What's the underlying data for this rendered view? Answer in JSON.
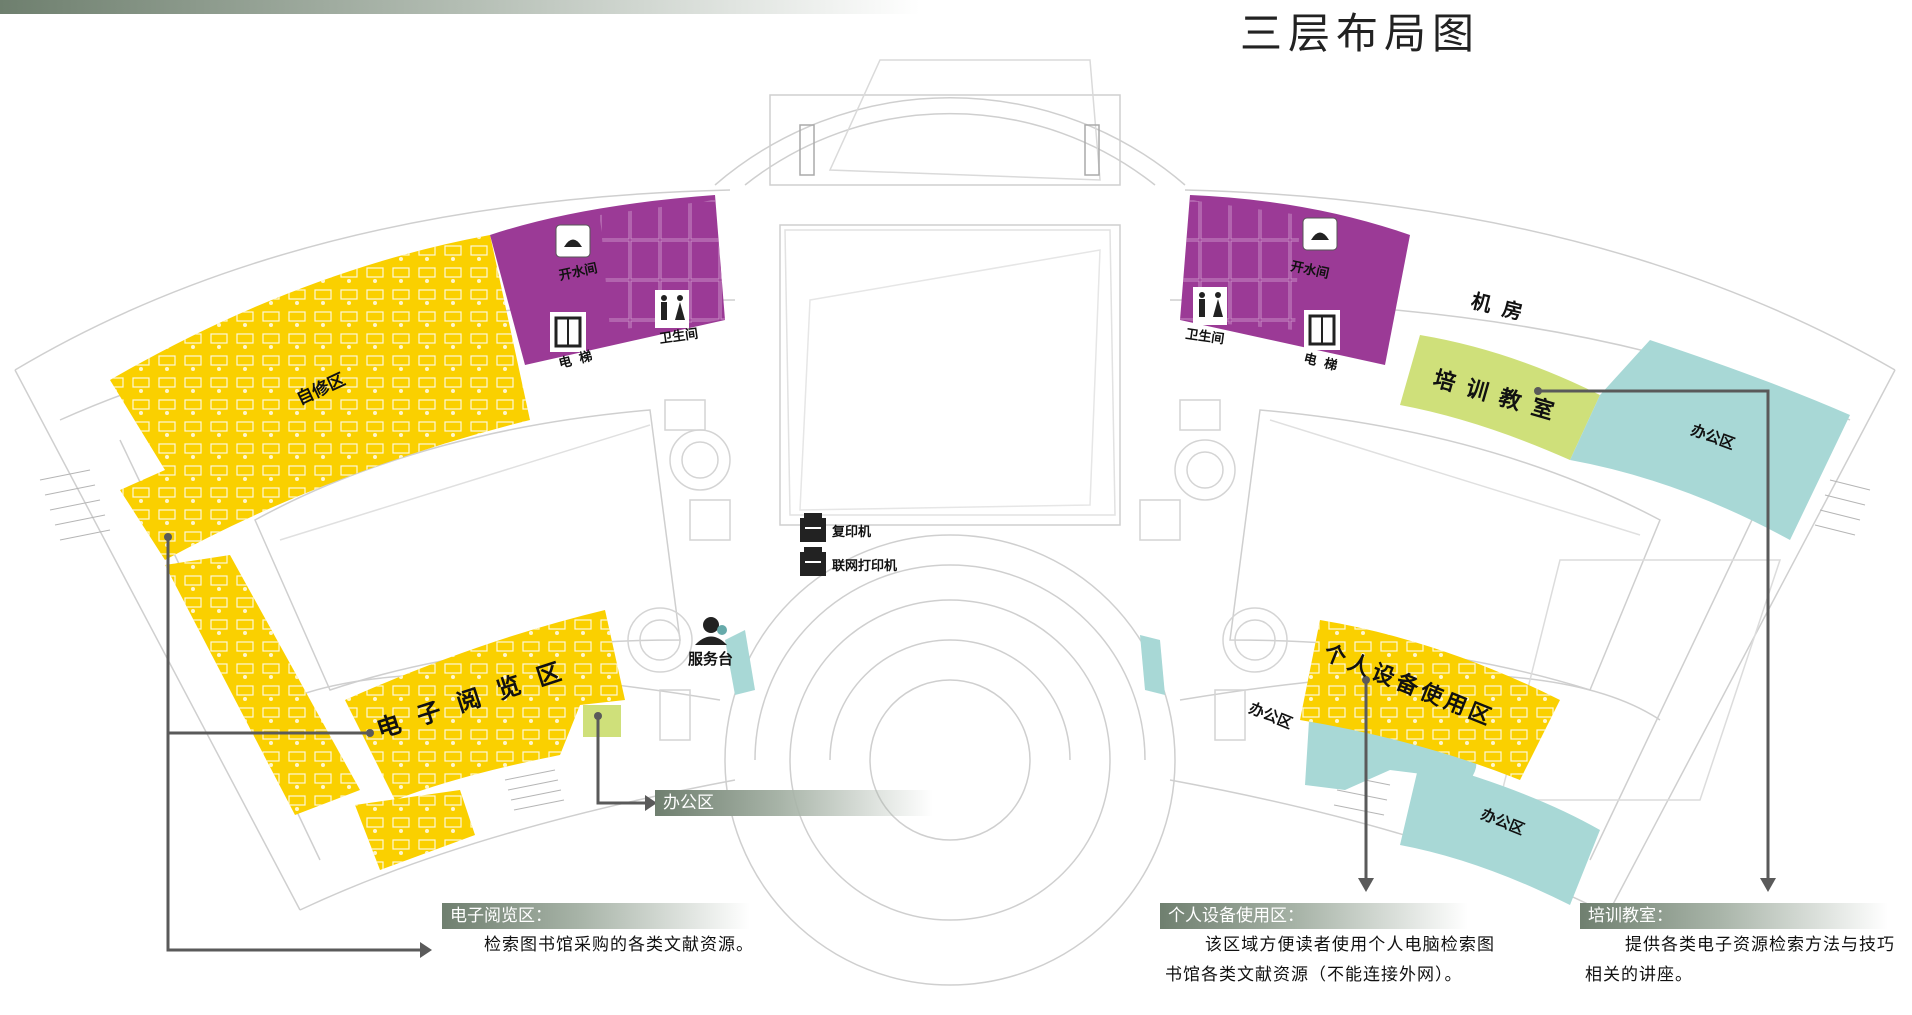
{
  "page": {
    "title": "三层布局图"
  },
  "colors": {
    "study": "#fad000",
    "service": "#9b3a96",
    "office": "#a8d8d6",
    "training": "#cfe07a",
    "outline": "#c8c8c8",
    "leader": "#555555",
    "note_bar": "#6f7f6f"
  },
  "zones": {
    "self_study": "自修区",
    "e_reading": "电子阅览区",
    "water_left": "开水间",
    "water_right": "开水间",
    "wc_left": "卫生间",
    "wc_right": "卫生间",
    "elevator_left": "电梯",
    "elevator_right": "电梯",
    "machine_room": "机房",
    "training_room": "培训教室",
    "office_right_top": "办公区",
    "personal_device": "个人设备使用区",
    "office_right_mid": "办公区",
    "office_right_bottom": "办公区",
    "service_desk": "服务台",
    "copier": "复印机",
    "network_printer": "联网打印机"
  },
  "callouts": {
    "office_left": "办公区"
  },
  "notes": [
    {
      "heading": "电子阅览区：",
      "text": "检索图书馆采购的各类文献资源。"
    },
    {
      "heading": "个人设备使用区：",
      "text": "该区域方便读者使用个人电脑检索图书馆各类文献资源（不能连接外网）。"
    },
    {
      "heading": "培训教室：",
      "text": "提供各类电子资源检索方法与技巧相关的讲座。"
    }
  ],
  "icons": [
    "kettle-icon",
    "toilet-icon",
    "elevator-icon",
    "copier-icon",
    "printer-icon",
    "service-person-icon"
  ]
}
